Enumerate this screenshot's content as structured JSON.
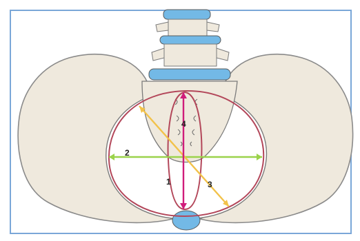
{
  "diagram": {
    "labels": {
      "diameter_1": "1",
      "diameter_2": "2",
      "diameter_3": "3",
      "diameter_4": "4"
    },
    "colors": {
      "frame": "#7aa7d8",
      "bone_fill": "#efe9dd",
      "bone_outline": "#8a8a8a",
      "disc_blue": "#73b9e6",
      "inlet_outline": "#b3475a",
      "conjugate_line": "#d01c7a",
      "transverse_line": "#9bd34b",
      "oblique_line": "#f2c24a"
    }
  }
}
